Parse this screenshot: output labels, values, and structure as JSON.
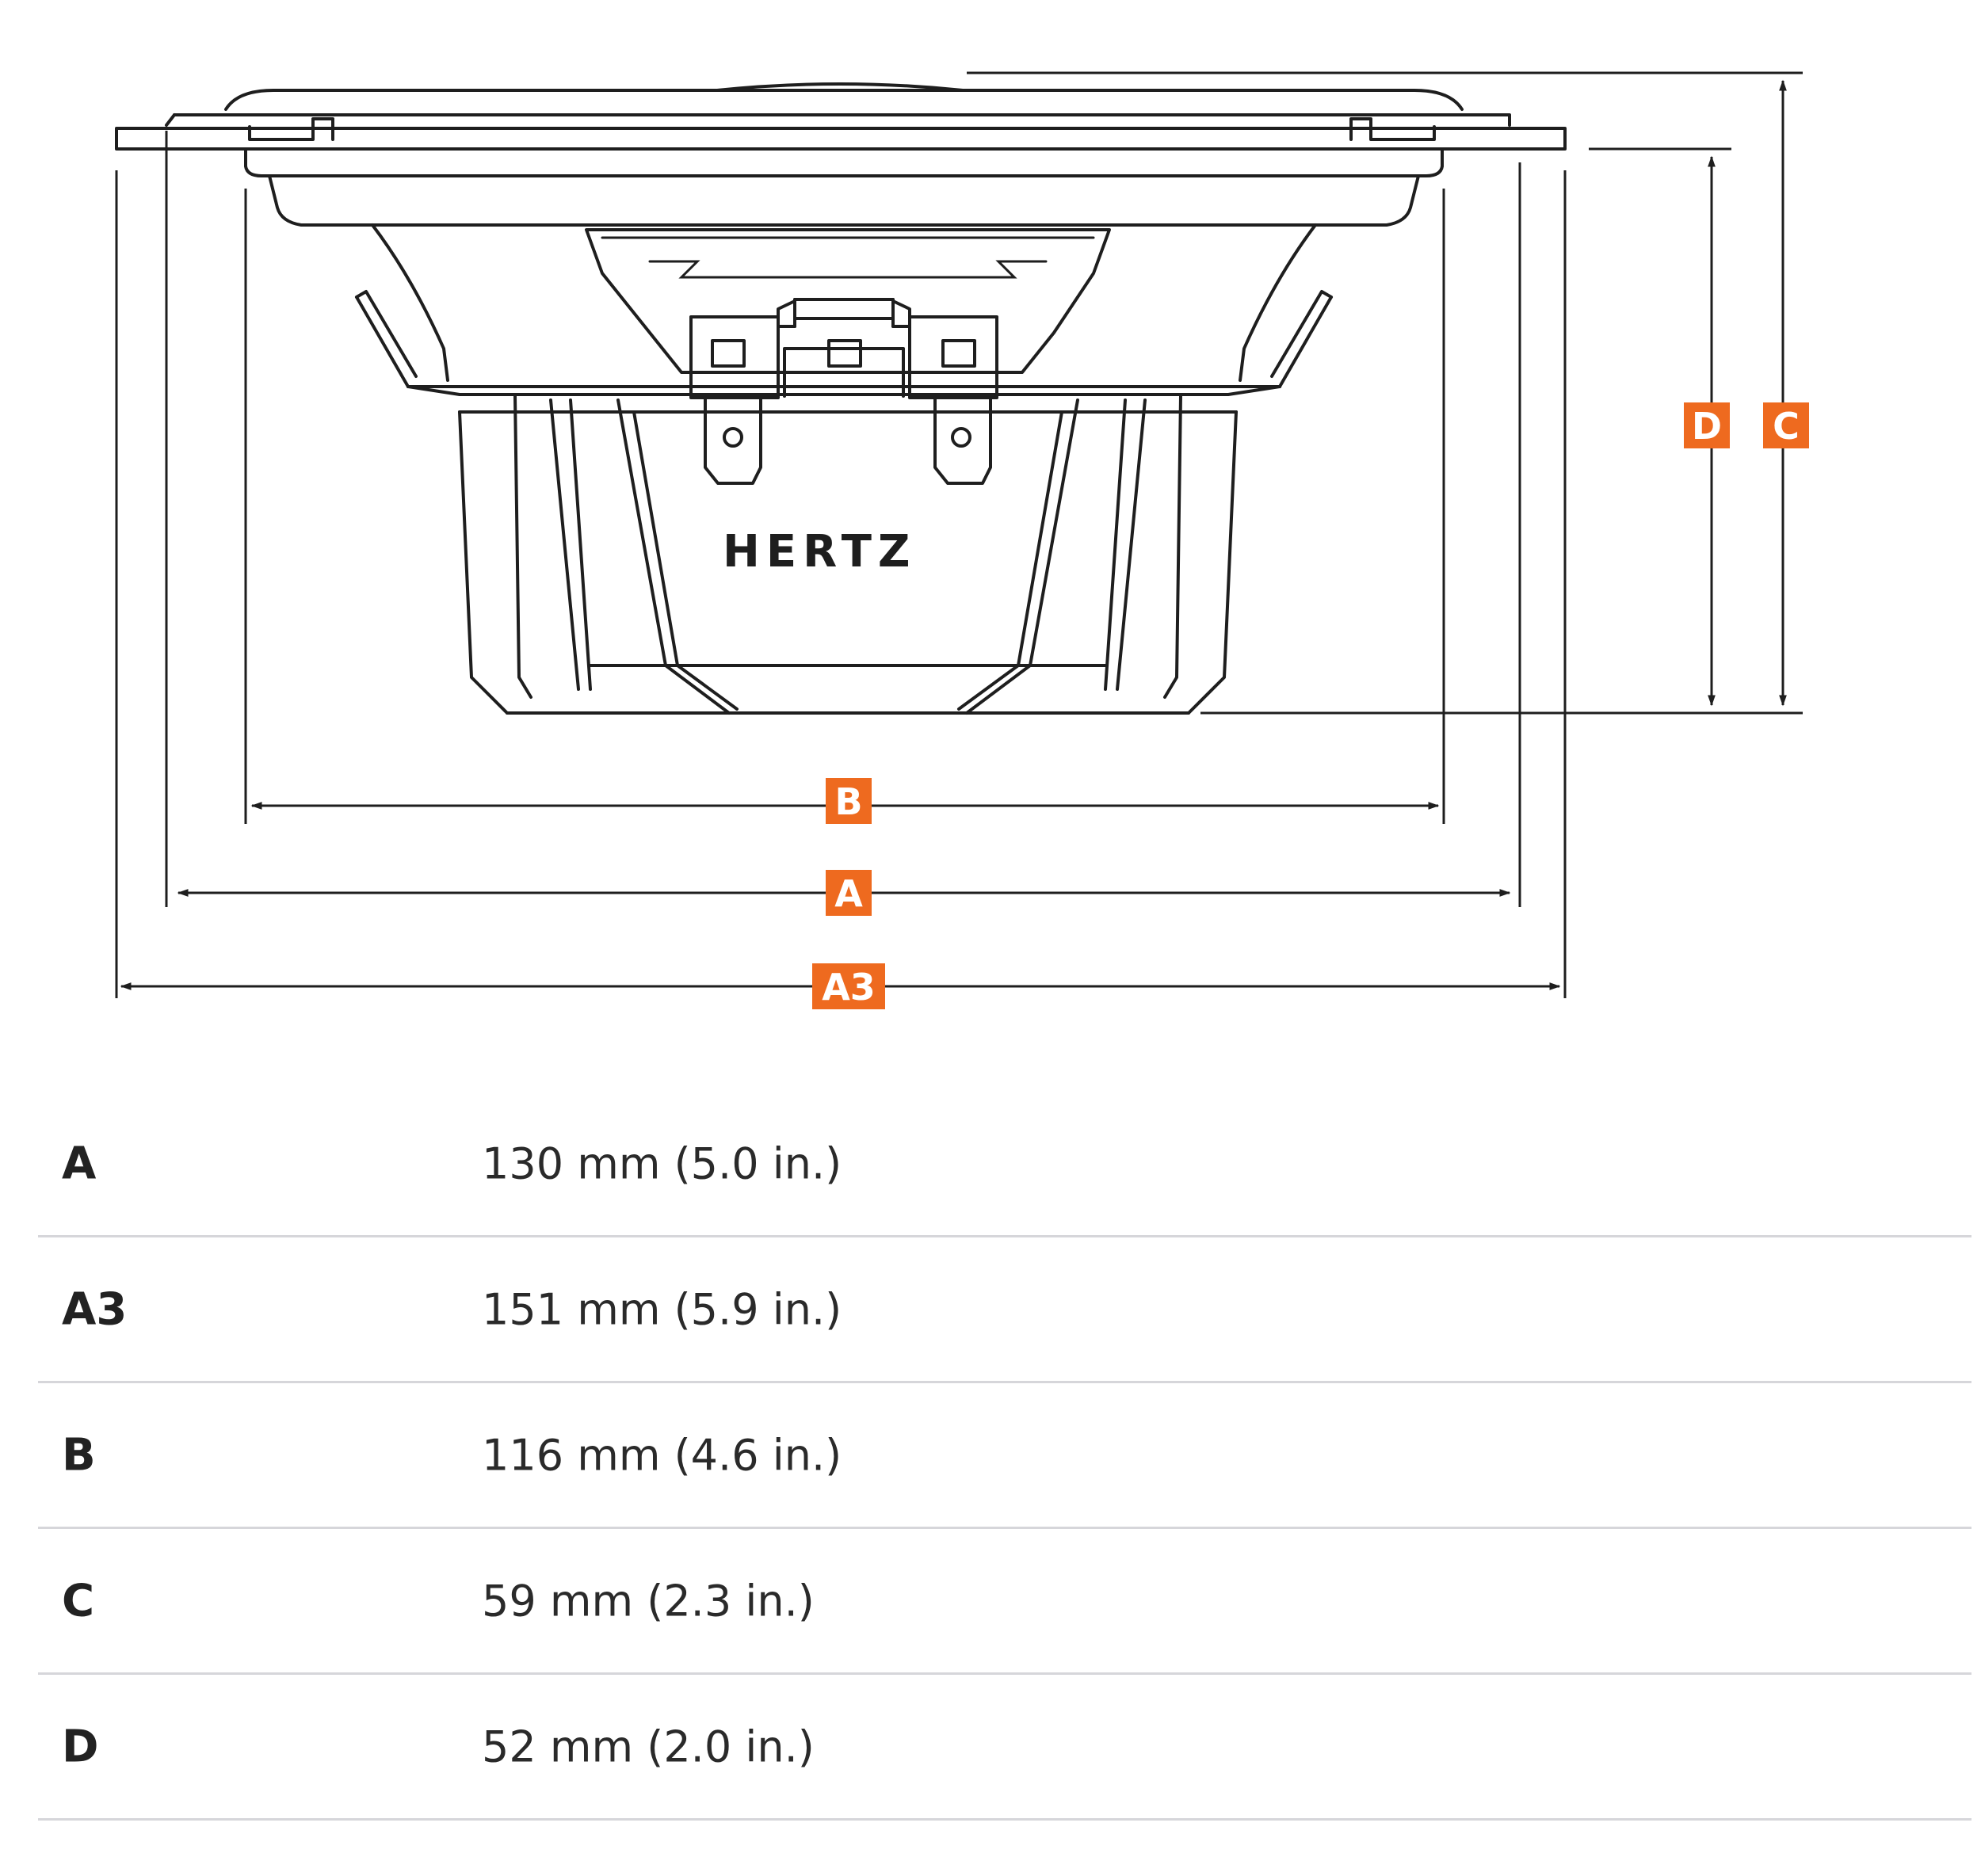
{
  "diagram": {
    "brand_logo": "HERTZ",
    "dimension_labels": {
      "A": "A",
      "A3": "A3",
      "B": "B",
      "C": "C",
      "D": "D"
    },
    "accent_color": "#ee6a1f"
  },
  "spec_table": {
    "rows": [
      {
        "label": "A",
        "value": "130 mm (5.0 in.)"
      },
      {
        "label": "A3",
        "value": "151 mm (5.9 in.)"
      },
      {
        "label": "B",
        "value": "116 mm (4.6 in.)"
      },
      {
        "label": "C",
        "value": "59 mm (2.3 in.)"
      },
      {
        "label": "D",
        "value": "52 mm (2.0 in.)"
      }
    ]
  }
}
